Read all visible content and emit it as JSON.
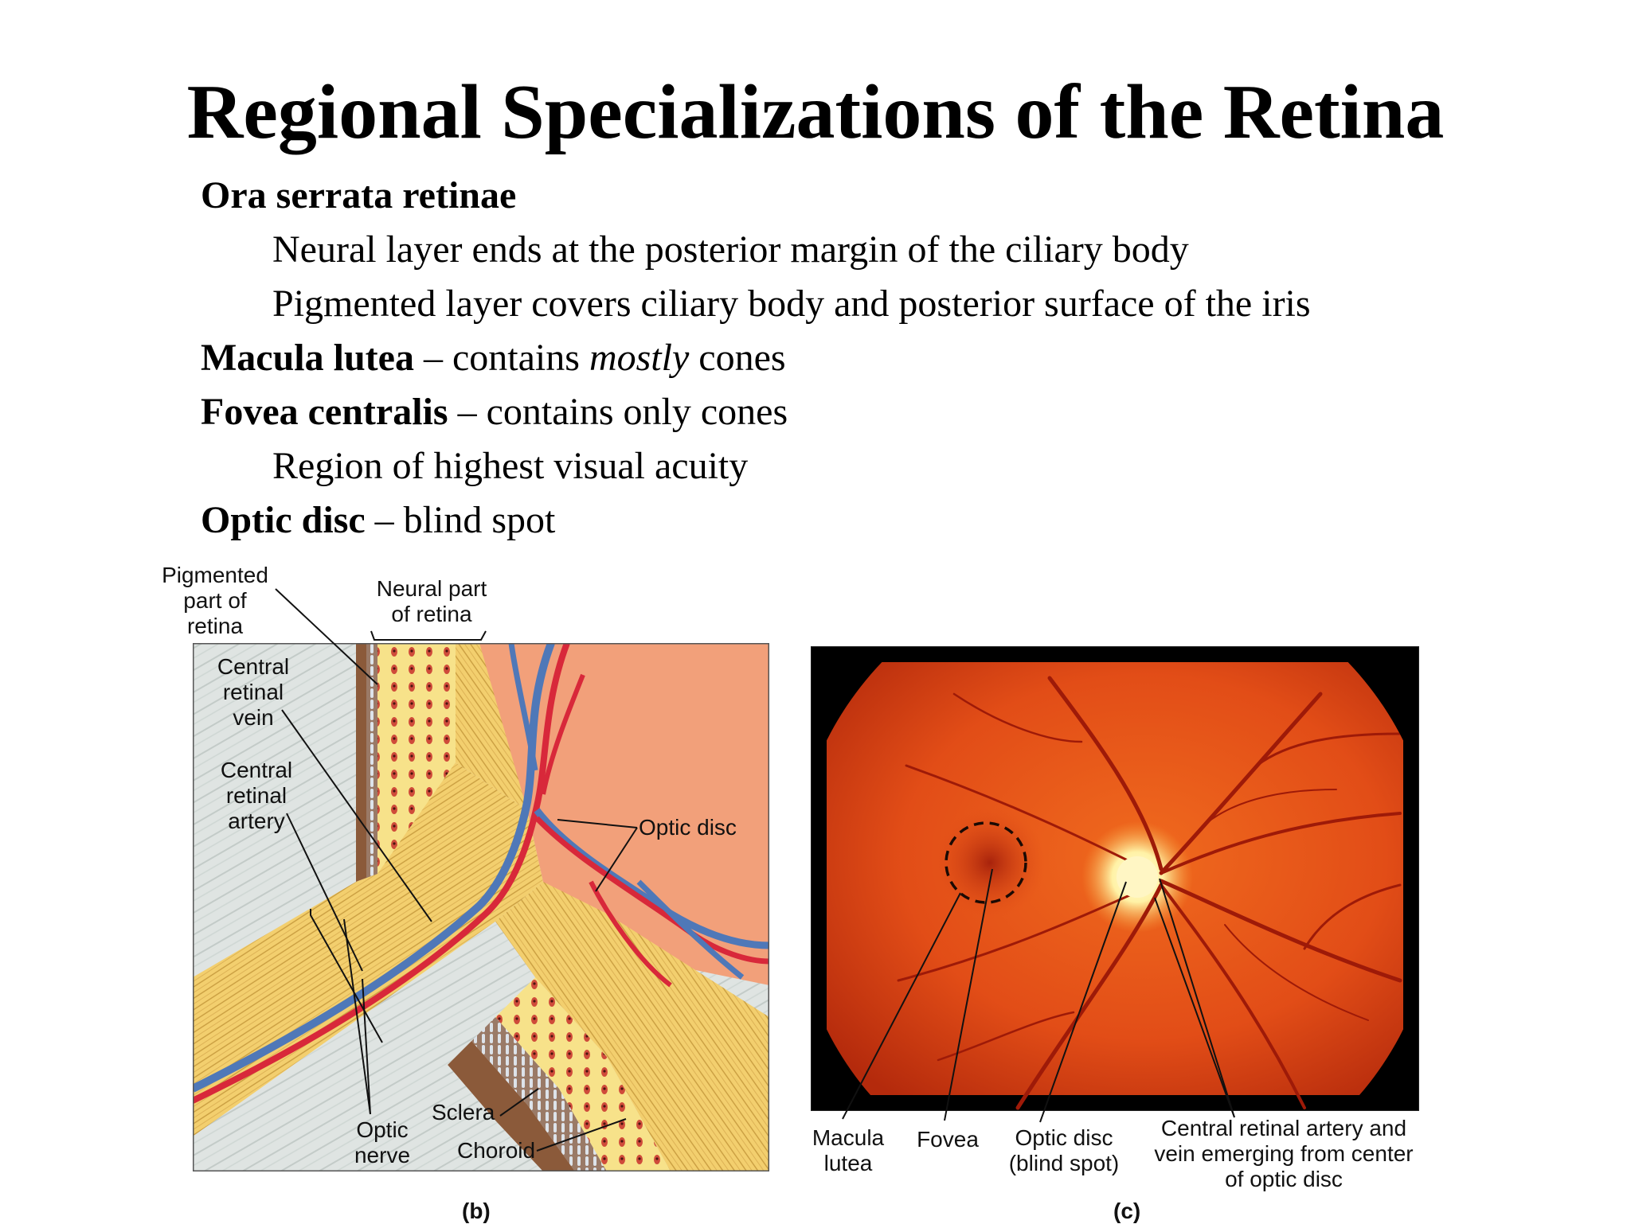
{
  "title": "Regional Specializations of the Retina",
  "bullets": {
    "ora_term": "Ora serrata retinae",
    "ora_sub1": "Neural layer ends at the posterior margin of the ciliary body",
    "ora_sub2": "Pigmented layer covers ciliary body and posterior surface of the iris",
    "macula_term": "Macula lutea",
    "macula_dash": " – contains ",
    "macula_em": "mostly",
    "macula_rest": " cones",
    "fovea_term": "Fovea centralis",
    "fovea_rest": " – contains only cones",
    "fovea_sub": "Region of highest visual acuity",
    "optic_term": "Optic disc",
    "optic_rest": " – blind spot"
  },
  "figure_b": {
    "caption": "(b)",
    "labels": {
      "pigmented_1": "Pigmented",
      "pigmented_2": "part of",
      "pigmented_3": "retina",
      "neural_1": "Neural part",
      "neural_2": "of retina",
      "vein_1": "Central",
      "vein_2": "retinal",
      "vein_3": "vein",
      "artery_1": "Central",
      "artery_2": "retinal",
      "artery_3": "artery",
      "optic_disc": "Optic disc",
      "sclera": "Sclera",
      "optic_nerve_1": "Optic",
      "optic_nerve_2": "nerve",
      "choroid": "Choroid"
    }
  },
  "figure_c": {
    "caption": "(c)",
    "labels": {
      "macula_1": "Macula",
      "macula_2": "lutea",
      "fovea": "Fovea",
      "optic_1": "Optic disc",
      "optic_2": "(blind spot)",
      "central_1": "Central retinal artery and",
      "central_2": "vein emerging from center",
      "central_3": "of optic disc"
    }
  },
  "colors": {
    "nerve_yellow": "#f3cf6e",
    "sclera_gray": "#dde2e0",
    "artery_red": "#d8283a",
    "vein_blue": "#4f78b8",
    "fundus_orange": "#e8501a",
    "optic_disc_yellow": "#fff2a6"
  }
}
